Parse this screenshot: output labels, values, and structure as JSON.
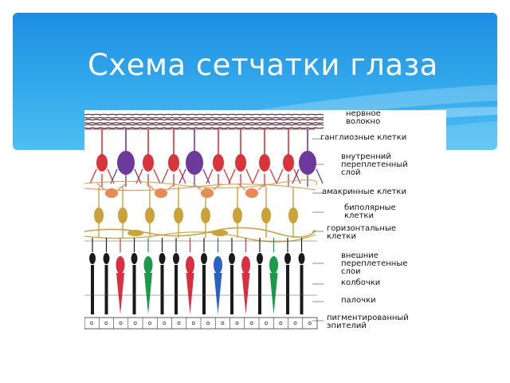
{
  "slide": {
    "title": "Схема сетчатки глаза"
  },
  "diagram": {
    "labels": [
      {
        "id": "nerve-fiber",
        "text": "нервное\nволокно"
      },
      {
        "id": "ganglion-cells",
        "text": "ганглиозные клетки"
      },
      {
        "id": "inner-plexiform-layer",
        "text": "внутренний\nпереплетенный\nслой"
      },
      {
        "id": "amacrine-cells",
        "text": "амакринные клетки"
      },
      {
        "id": "bipolar-cells",
        "text": "биполярные\nклетки"
      },
      {
        "id": "horizontal-cells",
        "text": "горизонтальные\nклетки"
      },
      {
        "id": "outer-plexiform-layers",
        "text": "внешние\nпереплетенные\nслои"
      },
      {
        "id": "cones",
        "text": "колбочки"
      },
      {
        "id": "rods",
        "text": "палочки"
      },
      {
        "id": "pigment-epithelium",
        "text": "пигментированный\nэпителий"
      }
    ],
    "colors": {
      "nerve": "#5a2a3a",
      "ganglion_red": "#d8343a",
      "ganglion_purple": "#6b3a9c",
      "amacrine": "#e98a55",
      "bipolar": "#c9a23a",
      "cone_red": "#d83040",
      "cone_green": "#1a9a4a",
      "cone_blue": "#2a62c4",
      "rod": "#1a1a1a"
    }
  }
}
